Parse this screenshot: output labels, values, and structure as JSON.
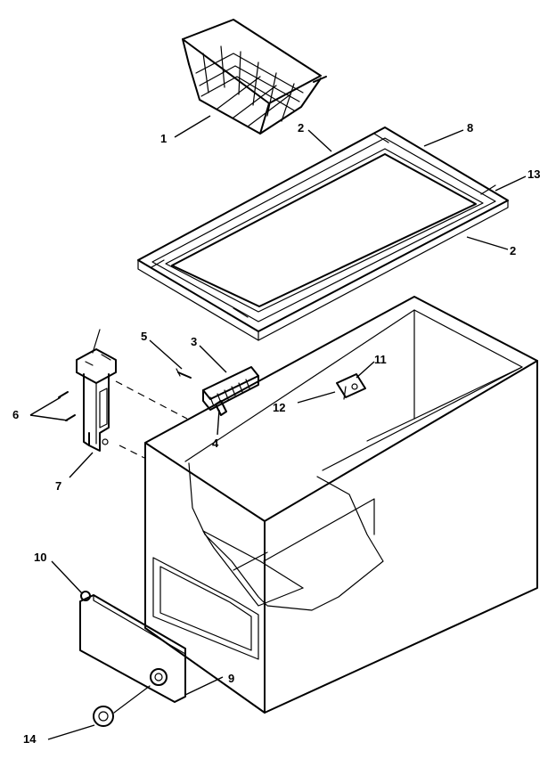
{
  "callouts": [
    {
      "id": "c1a",
      "label": "1"
    },
    {
      "id": "c2a",
      "label": "2"
    },
    {
      "id": "c8",
      "label": "8"
    },
    {
      "id": "c13",
      "label": "13"
    },
    {
      "id": "c2b",
      "label": "2"
    },
    {
      "id": "c5",
      "label": "5"
    },
    {
      "id": "c3",
      "label": "3"
    },
    {
      "id": "c11",
      "label": "11"
    },
    {
      "id": "c12",
      "label": "12"
    },
    {
      "id": "c6",
      "label": "6"
    },
    {
      "id": "c4",
      "label": "4"
    },
    {
      "id": "c7",
      "label": "7"
    },
    {
      "id": "c10",
      "label": "10"
    },
    {
      "id": "c9",
      "label": "9"
    },
    {
      "id": "c14",
      "label": "14"
    }
  ],
  "colors": {
    "line": "#000000",
    "background": "#ffffff"
  }
}
